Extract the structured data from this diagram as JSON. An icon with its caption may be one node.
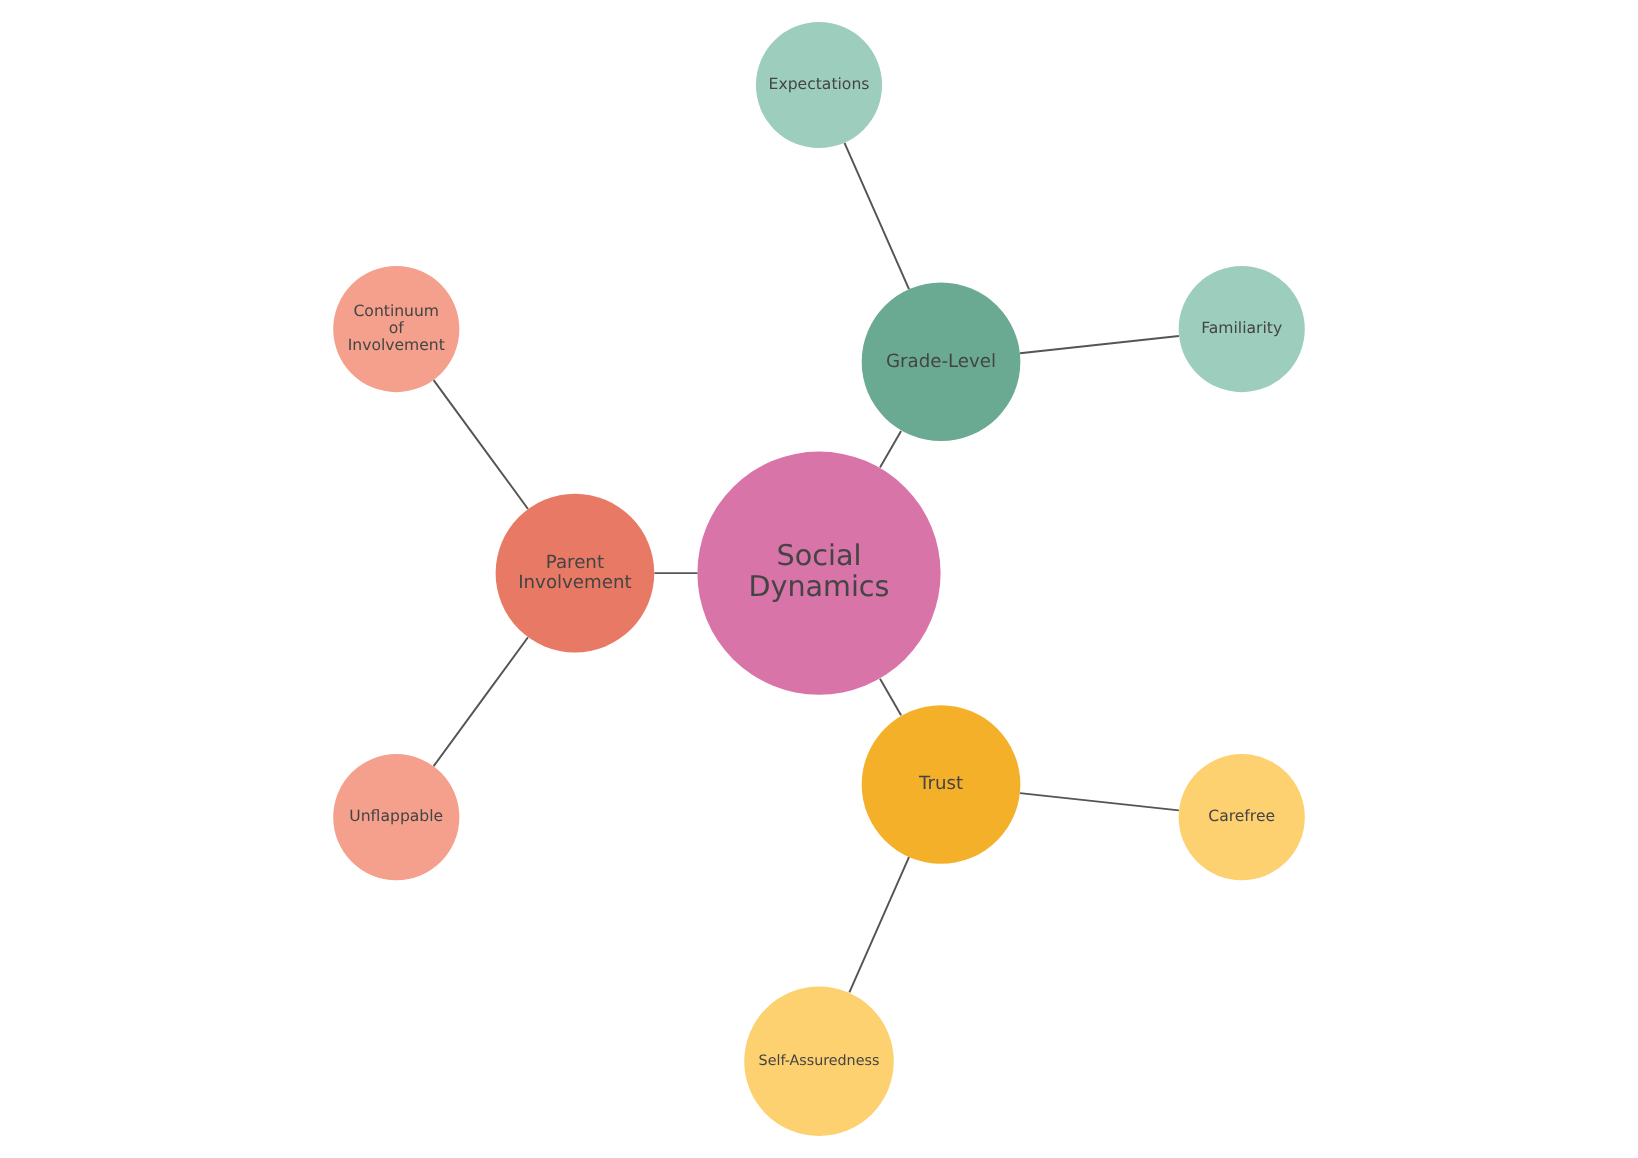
{
  "diagram": {
    "nodes": [
      {
        "text": [
          "Social Dynamics"
        ]
      },
      {
        "text": [
          "Grade-Level"
        ]
      },
      {
        "text": [
          "Familiarity"
        ]
      },
      {
        "text": [
          "Expectations"
        ]
      },
      {
        "text": [
          "Parent Involvement"
        ]
      },
      {
        "text": [
          "Continuum of Involvement"
        ]
      },
      {
        "text": [
          "Unflappable"
        ]
      },
      {
        "text": [
          "Trust"
        ]
      },
      {
        "text": [
          "Self-Assuredness"
        ]
      },
      {
        "text": [
          "Carefree"
        ]
      }
    ],
    "edges": [
      {
        "from": 0,
        "to": 1,
        "arrow": "none"
      },
      {
        "from": 1,
        "to": 2,
        "arrow": "none"
      },
      {
        "from": 1,
        "to": 3,
        "arrow": "none"
      },
      {
        "from": 0,
        "to": 4,
        "arrow": "none"
      },
      {
        "from": 4,
        "to": 5,
        "arrow": "none"
      },
      {
        "from": 4,
        "to": 6,
        "arrow": "none"
      },
      {
        "from": 0,
        "to": 7,
        "arrow": "none"
      },
      {
        "from": 7,
        "to": 8,
        "arrow": "none"
      },
      {
        "from": 7,
        "to": 9,
        "arrow": "none"
      }
    ]
  }
}
